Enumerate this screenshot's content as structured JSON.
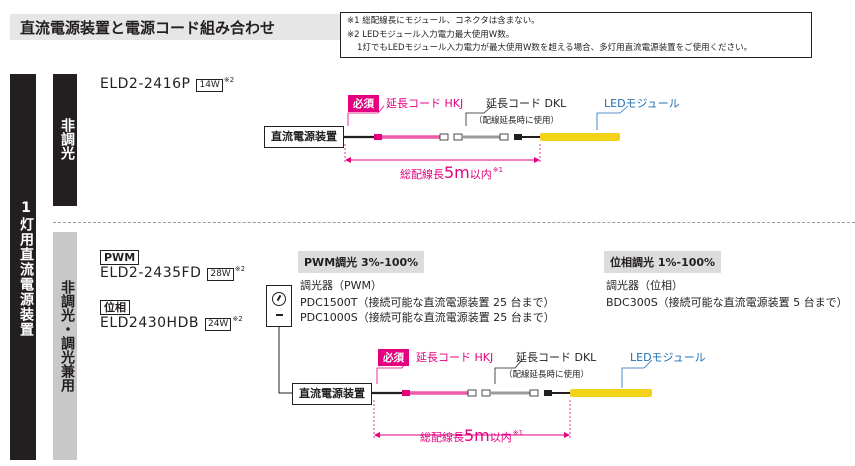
{
  "title": "直流電源装置と電源コード組み合わせ",
  "notes": [
    "※1 総配線長にモジュール、コネクタは含まない。",
    "※2 LEDモジュール入力電力最大使用W数。",
    "1灯でもLEDモジュール入力電力が最大使用W数を超える場合、多灯用直流電源装置をご使用ください。"
  ],
  "category_main": "1灯用直流電源装置",
  "section_a": {
    "label": "非調光",
    "model": "ELD2-2416P",
    "watt": "14W",
    "note_mark": "※2",
    "diagram": {
      "required": "必須",
      "cord_hkj": "延長コード HKJ",
      "cord_dkl": "延長コード DKL",
      "cord_dkl_note": "（配線延長時に使用）",
      "led_module": "LEDモジュール",
      "power_unit": "直流電源装置",
      "distance_prefix": "総配線長",
      "distance_value": "5m",
      "distance_suffix": "以内",
      "distance_mark": "※1"
    }
  },
  "section_b": {
    "label": "非調光・調光兼用",
    "pwm_tag": "PWM",
    "model_pwm": "ELD2-2435FD",
    "watt_pwm": "28W",
    "phase_tag": "位相",
    "model_phase": "ELD2430HDB",
    "watt_phase": "24W",
    "note_mark": "※2",
    "pwm_dimming": {
      "header": "PWM調光 3%-100%",
      "dimmer_label": "調光器（PWM）",
      "dimmers": [
        "PDC1500T（接続可能な直流電源装置 25 台まで）",
        "PDC1000S（接続可能な直流電源装置 25 台まで）"
      ]
    },
    "phase_dimming": {
      "header": "位相調光 1%-100%",
      "dimmer_label": "調光器（位相）",
      "dimmers": [
        "BDC300S（接続可能な直流電源装置 5 台まで）"
      ]
    },
    "diagram": {
      "required": "必須",
      "cord_hkj": "延長コード HKJ",
      "cord_dkl": "延長コード DKL",
      "cord_dkl_note": "（配線延長時に使用）",
      "led_module": "LEDモジュール",
      "power_unit": "直流電源装置",
      "distance_prefix": "総配線長",
      "distance_value": "5m",
      "distance_suffix": "以内",
      "distance_mark": "※1"
    }
  },
  "colors": {
    "magenta": "#e4007f",
    "blue": "#1d6fb5",
    "led_yellow": "#f3d21a",
    "dark": "#231f20"
  }
}
